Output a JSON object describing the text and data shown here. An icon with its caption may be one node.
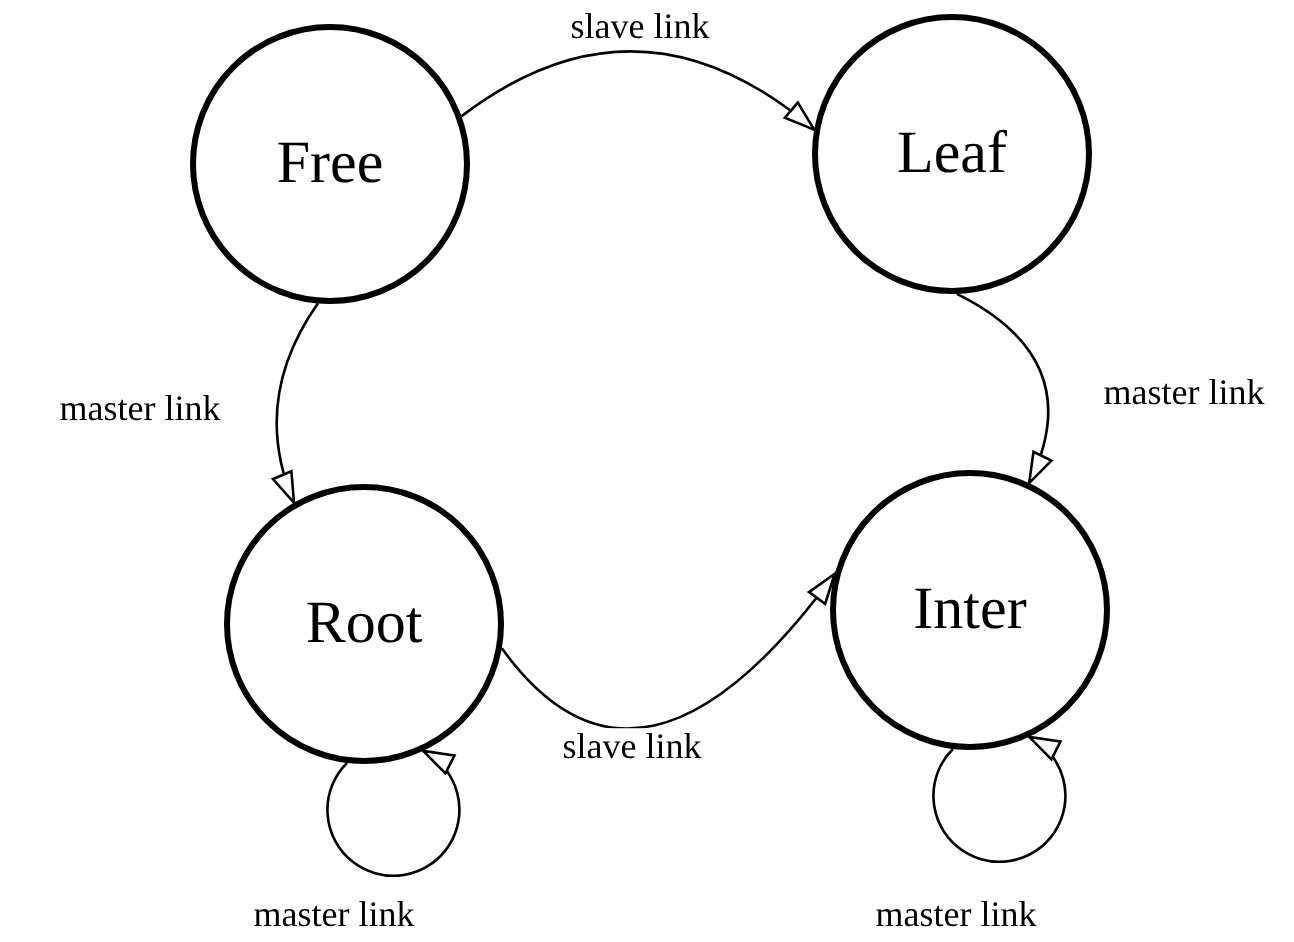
{
  "diagram": {
    "nodes": [
      {
        "text": [
          "Free"
        ]
      },
      {
        "text": [
          "Leaf"
        ]
      },
      {
        "text": [
          "Root"
        ]
      },
      {
        "text": [
          "Inter"
        ]
      }
    ],
    "edges": [
      {
        "from": 0,
        "to": 1,
        "arrow": "to",
        "label": "slave link"
      },
      {
        "from": 0,
        "to": 2,
        "arrow": "to",
        "label": "master link"
      },
      {
        "from": 1,
        "to": 3,
        "arrow": "to",
        "label": "master link"
      },
      {
        "from": 2,
        "to": 3,
        "arrow": "to",
        "label": "slave link"
      },
      {
        "from": 2,
        "to": 2,
        "arrow": "to",
        "label": "master link"
      },
      {
        "from": 3,
        "to": 3,
        "arrow": "to",
        "label": "master link"
      }
    ]
  }
}
